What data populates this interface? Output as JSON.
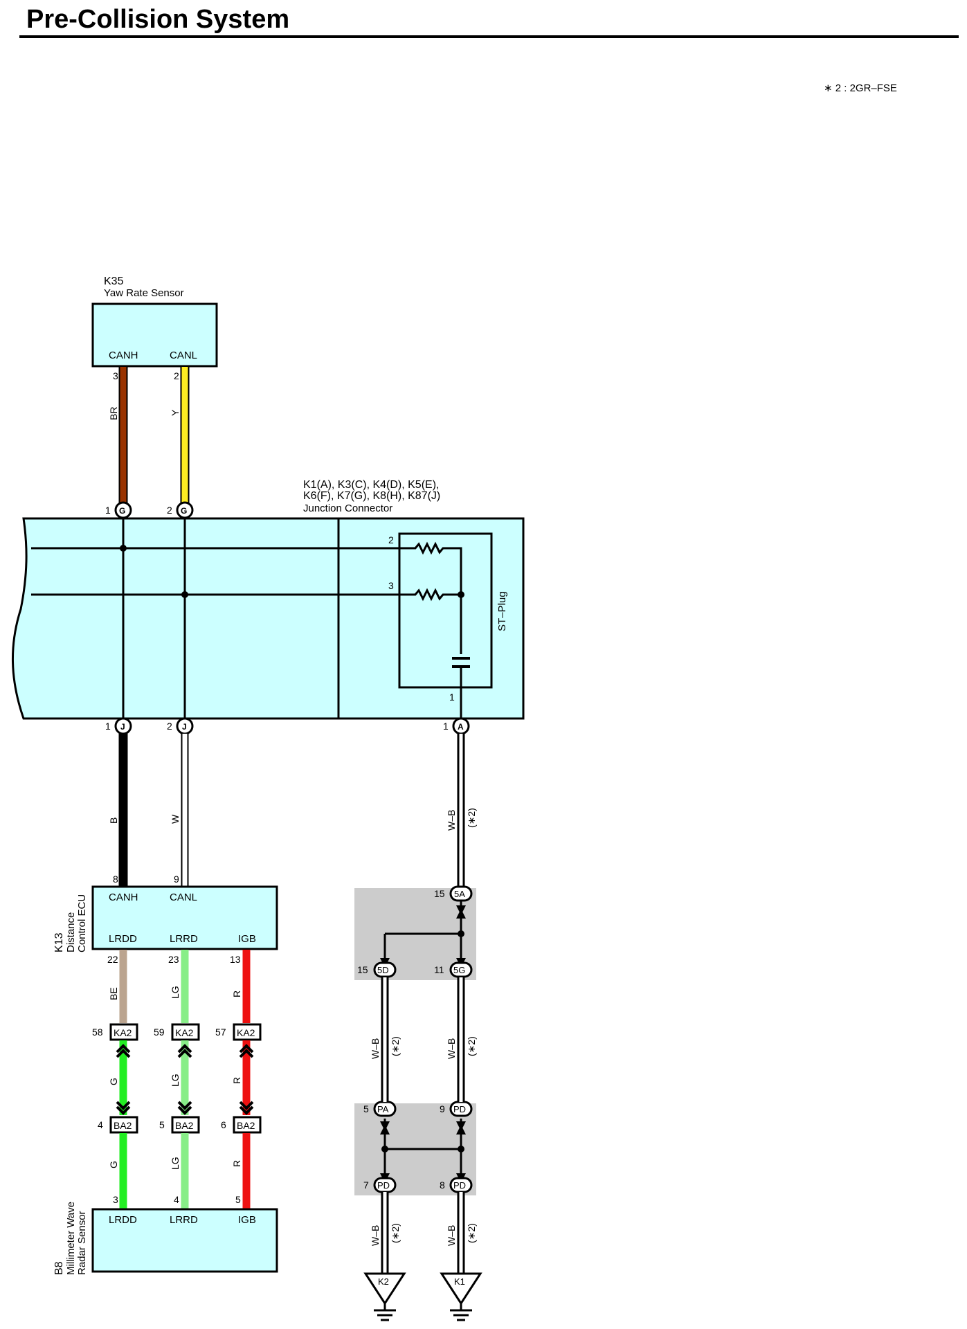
{
  "title": "Pre-Collision System",
  "note": "∗ 2 : 2GR–FSE",
  "k35": {
    "id": "K35",
    "name": "Yaw Rate Sensor",
    "pin_a": "CANH",
    "pin_b": "CANL",
    "pin_a_no": "3",
    "pin_b_no": "2"
  },
  "junction": {
    "ids_line1": "K1(A), K3(C), K4(D), K5(E),",
    "ids_line2": "K6(F), K7(G), K8(H), K87(J)",
    "name": "Junction Connector",
    "top_pin1_no": "1",
    "top_pin1_letter": "G",
    "top_pin2_no": "2",
    "top_pin2_letter": "G",
    "bot_pin1_no": "1",
    "bot_pin1_letter": "J",
    "bot_pin2_no": "2",
    "bot_pin2_letter": "J",
    "bot_pin3_no": "1",
    "bot_pin3_letter": "A",
    "st_plug": "ST–Plug",
    "st_pin2": "2",
    "st_pin3": "3",
    "st_pin1": "1"
  },
  "wires": {
    "br": "BR",
    "y": "Y",
    "b": "B",
    "w": "W",
    "wb": "W–B",
    "star2": "(∗2)",
    "be": "BE",
    "lg": "LG",
    "r": "R",
    "g": "G"
  },
  "k13": {
    "id": "K13",
    "name_line1": "Distance",
    "name_line2": "Control ECU",
    "canh": "CANH",
    "canl": "CANL",
    "lrdd": "LRDD",
    "lrrd": "LRRD",
    "igb": "IGB",
    "pin8": "8",
    "pin9": "9",
    "pin22": "22",
    "pin23": "23",
    "pin13": "13"
  },
  "connectors": {
    "ka2": "KA2",
    "ba2": "BA2",
    "ka2_58": "58",
    "ka2_59": "59",
    "ka2_57": "57",
    "ba2_4": "4",
    "ba2_5": "5",
    "ba2_6": "6"
  },
  "joints": {
    "j5a_no": "15",
    "j5a": "5A",
    "j5d_no": "15",
    "j5d": "5D",
    "j5g_no": "11",
    "j5g": "5G",
    "pa_no": "5",
    "pa": "PA",
    "pd9_no": "9",
    "pd9": "PD",
    "pd7_no": "7",
    "pd7": "PD",
    "pd8_no": "8",
    "pd8": "PD"
  },
  "b8": {
    "id": "B8",
    "name_line1": "Millimeter Wave",
    "name_line2": "Radar Sensor",
    "lrdd": "LRDD",
    "lrrd": "LRRD",
    "igb": "IGB",
    "pin3": "3",
    "pin4": "4",
    "pin5": "5"
  },
  "grounds": {
    "k2": "K2",
    "k1": "K1"
  },
  "colors": {
    "box_fill": "#ccffff",
    "brown": "#993300",
    "yellow": "#ffee22",
    "black": "#000000",
    "tan": "#bba48f",
    "light_green": "#88ee88",
    "red": "#ee1111",
    "green": "#22ee22",
    "gray": "#cccccc"
  }
}
